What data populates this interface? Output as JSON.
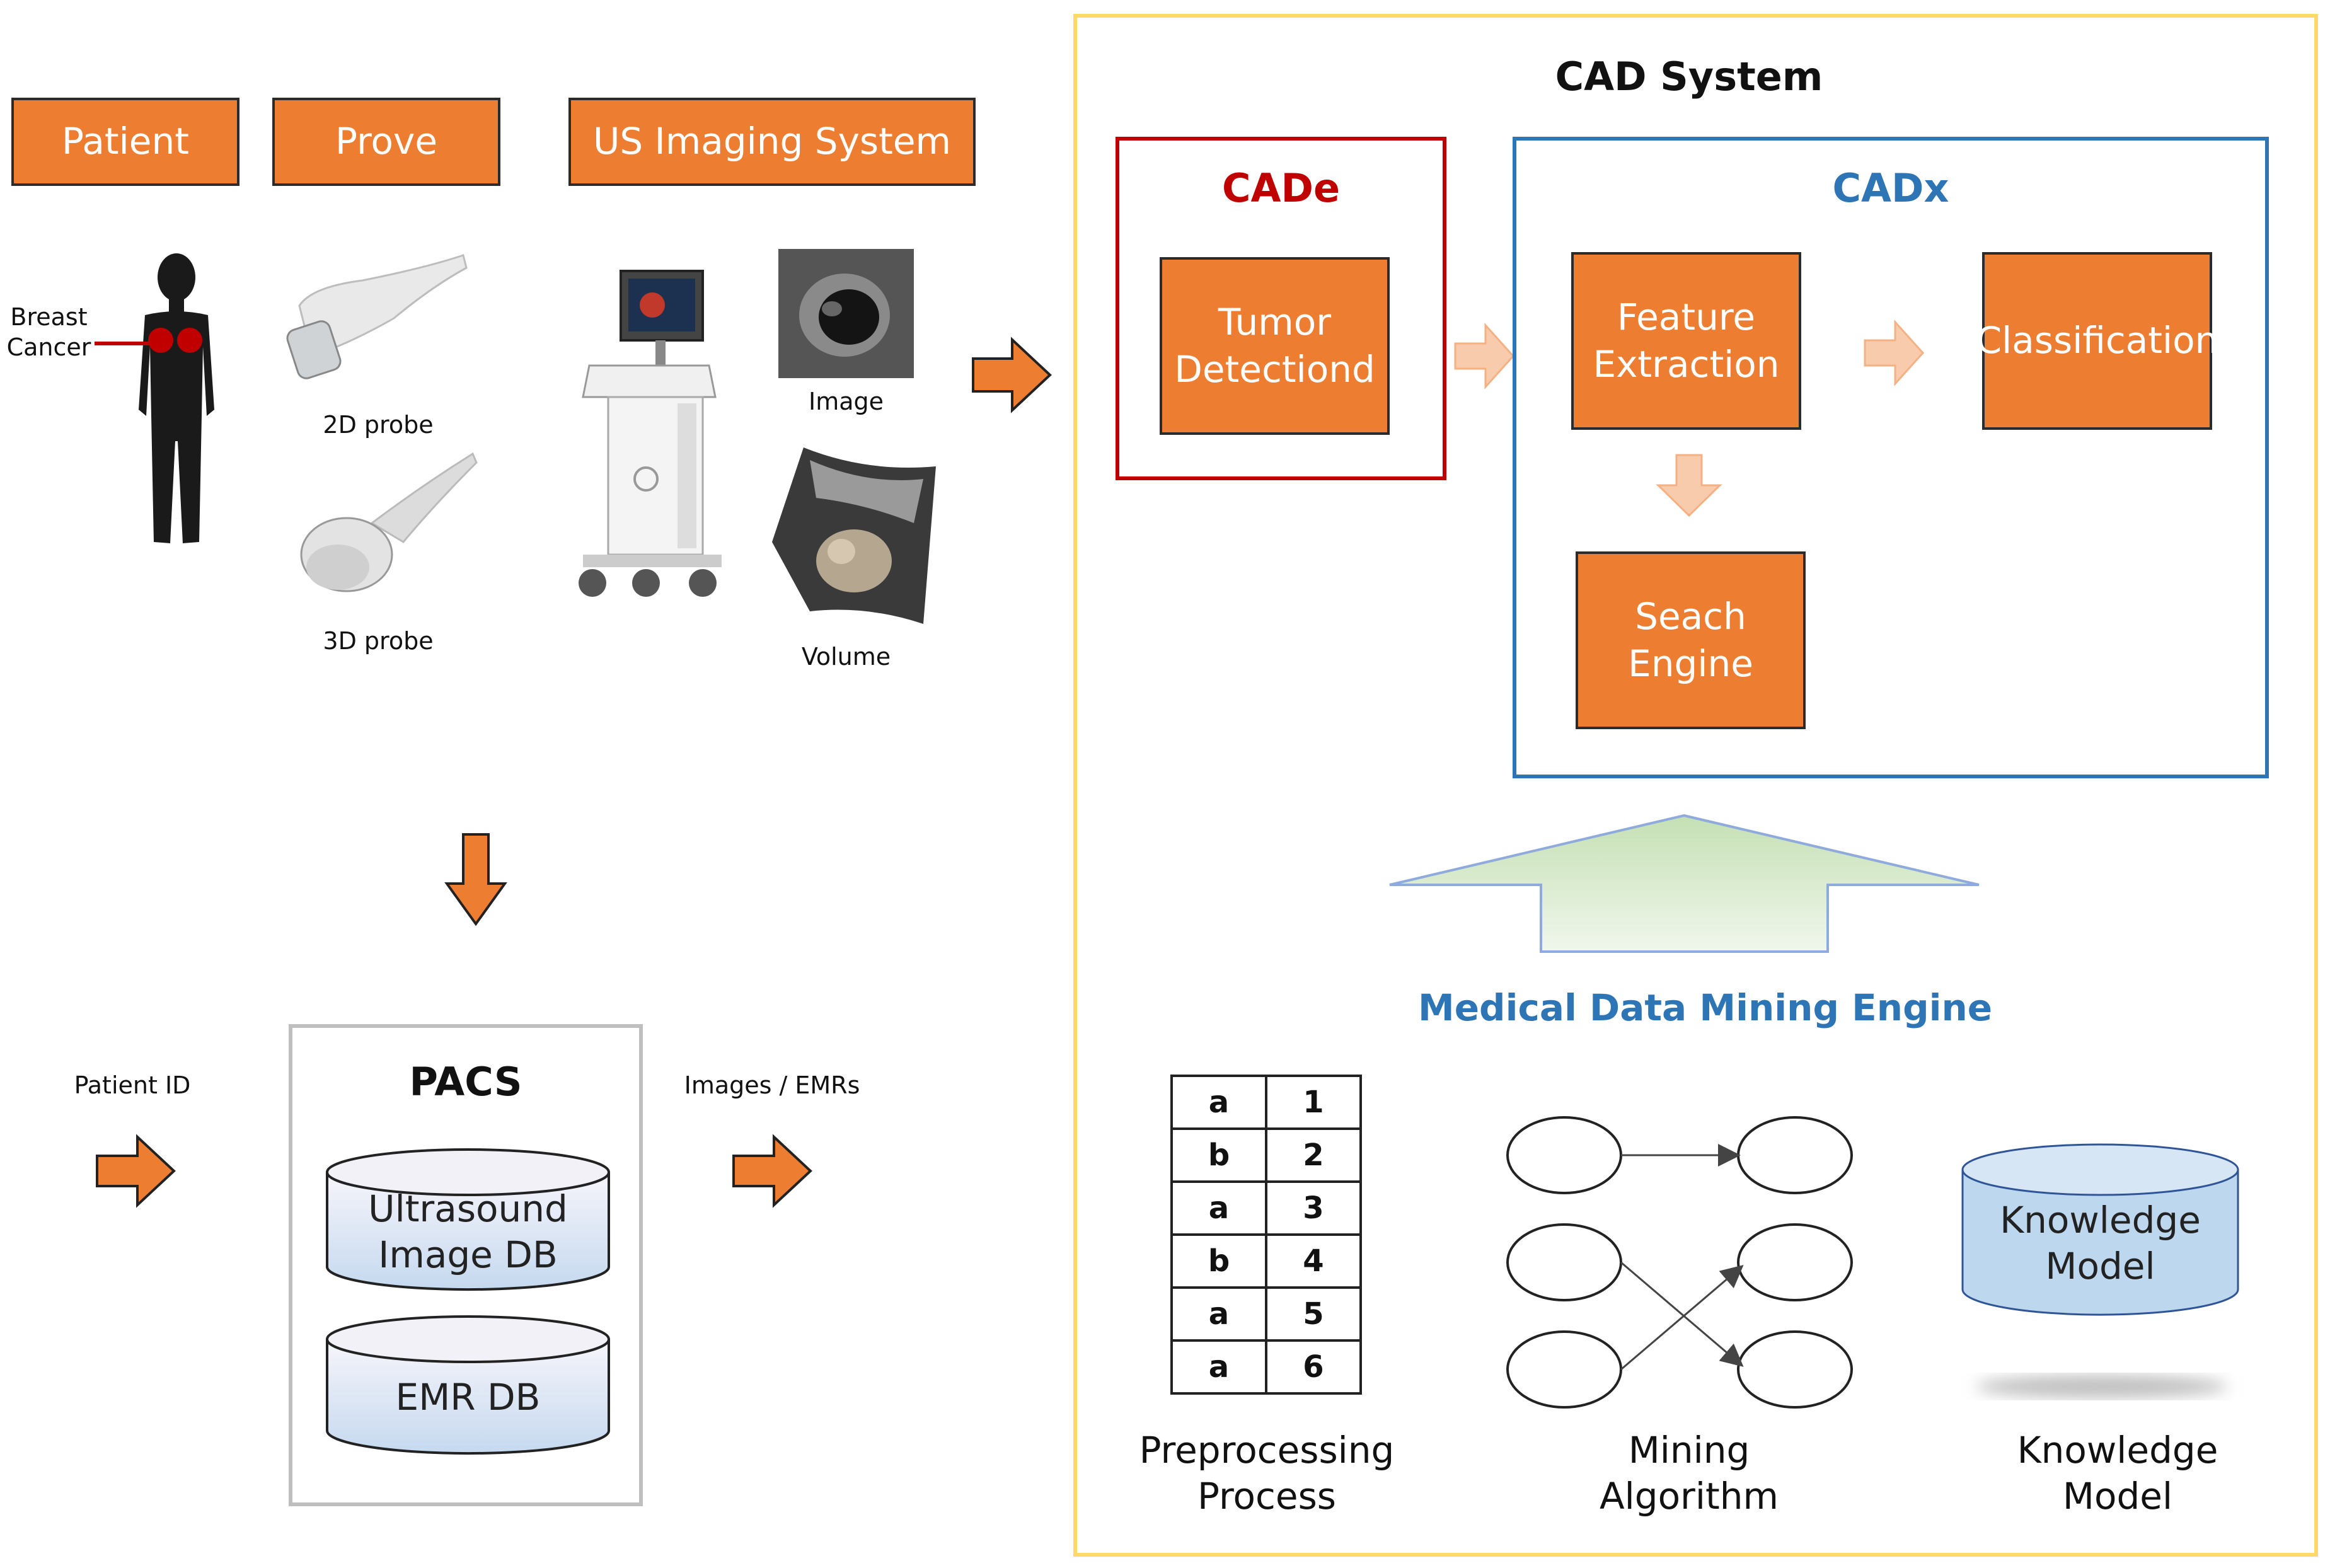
{
  "input_headers": {
    "patient": "Patient",
    "probe": "Prove",
    "us_system": "US Imaging System"
  },
  "labels": {
    "breast_cancer": "Breast\nCancer",
    "probe_2d": "2D probe",
    "probe_3d": "3D probe",
    "image": "Image",
    "volume": "Volume",
    "patient_id": "Patient ID",
    "images_emrs": "Images / EMRs"
  },
  "pacs": {
    "title": "PACS",
    "db1": "Ultrasound\nImage DB",
    "db2": "EMR DB"
  },
  "cad": {
    "title": "CAD System",
    "cade_title": "CADe",
    "tumor": "Tumor\nDetectiond",
    "cadx_title": "CADx",
    "feature": "Feature\nExtraction",
    "classification": "Classification",
    "search": "Seach\nEngine"
  },
  "mining": {
    "title": "Medical Data Mining Engine",
    "table": [
      [
        "a",
        "1"
      ],
      [
        "b",
        "2"
      ],
      [
        "a",
        "3"
      ],
      [
        "b",
        "4"
      ],
      [
        "a",
        "5"
      ],
      [
        "a",
        "6"
      ]
    ],
    "preprocessing": "Preprocessing\nProcess",
    "algorithm": "Mining\nAlgorithm",
    "knowledge_label": "Knowledge\nModel",
    "knowledge_cyl": "Knowledge\nModel"
  },
  "colors": {
    "orange": "#ED7D31",
    "cade_red": "#C00000",
    "cadx_blue": "#2E75B6",
    "frame_yellow": "#FFD966",
    "cylinder": "#BDD7EE",
    "green_arrow": "#E2F0D9"
  },
  "icons": [
    "human-silhouette-icon",
    "probe-2d-icon",
    "probe-3d-icon",
    "ultrasound-machine-icon",
    "ultrasound-image-icon",
    "ultrasound-volume-icon"
  ]
}
